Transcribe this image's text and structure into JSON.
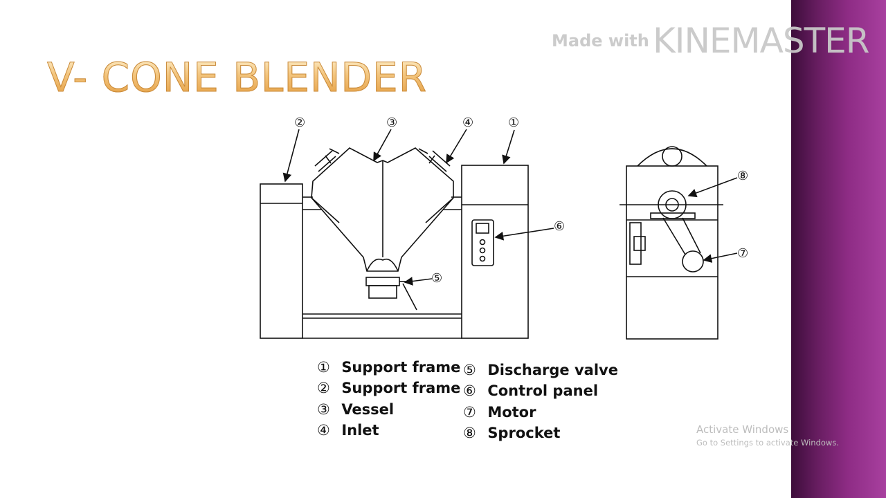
{
  "slide": {
    "title": "V- CONE BLENDER"
  },
  "watermark": {
    "made_with": "Made with",
    "brand": "KINEMASTER"
  },
  "diagram": {
    "callouts": [
      {
        "marker": "②"
      },
      {
        "marker": "③"
      },
      {
        "marker": "④"
      },
      {
        "marker": "①"
      },
      {
        "marker": "⑥"
      },
      {
        "marker": "⑤"
      },
      {
        "marker": "⑧"
      },
      {
        "marker": "⑦"
      }
    ]
  },
  "legend": {
    "left": [
      {
        "marker": "①",
        "text": "Support frame"
      },
      {
        "marker": "②",
        "text": "Support frame"
      },
      {
        "marker": "③",
        "text": "Vessel"
      },
      {
        "marker": "④",
        "text": "Inlet"
      }
    ],
    "right": [
      {
        "marker": "⑤",
        "text": "Discharge valve"
      },
      {
        "marker": "⑥",
        "text": "Control panel"
      },
      {
        "marker": "⑦",
        "text": "Motor"
      },
      {
        "marker": "⑧",
        "text": "Sprocket"
      }
    ]
  },
  "os_overlay": {
    "title": "Activate Windows",
    "subtitle": "Go to Settings to activate Windows."
  },
  "colors": {
    "side_bar": "#8e2c85",
    "title_gradient_top": "#fff5d6",
    "title_gradient_bottom": "#e2993a"
  }
}
